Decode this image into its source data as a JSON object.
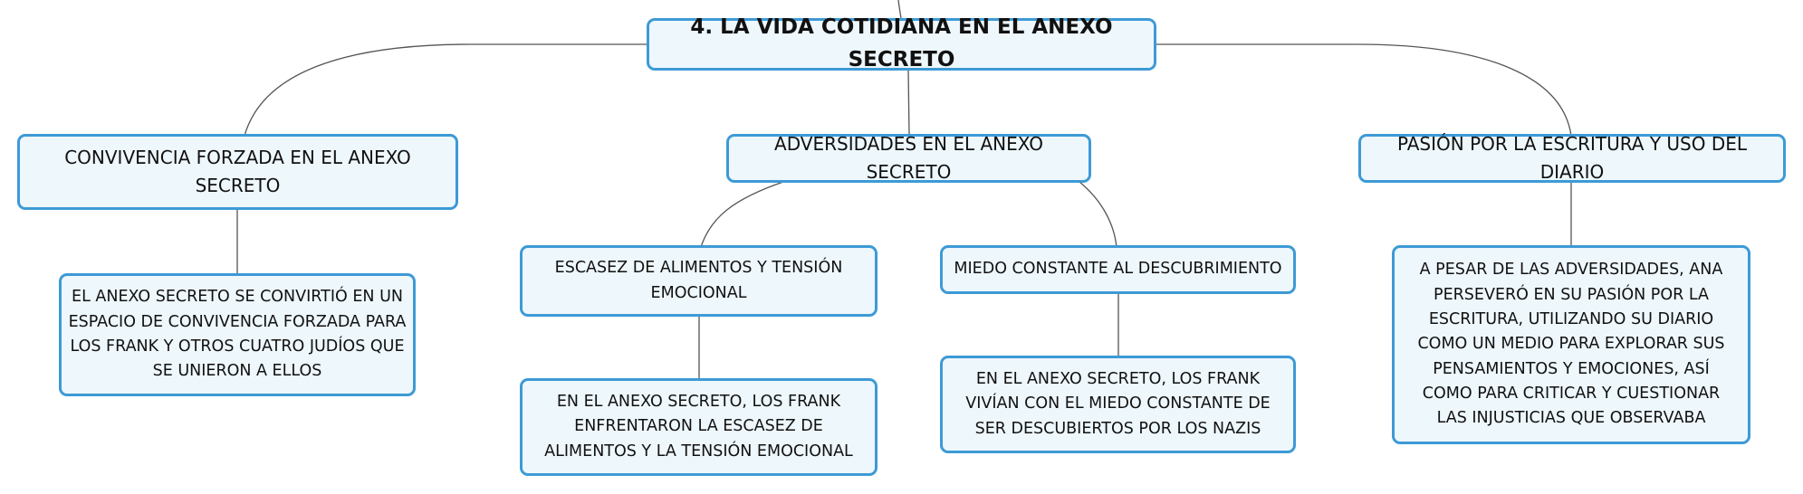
{
  "root": {
    "label": "4. LA VIDA COTIDIANA EN EL ANEXO SECRETO"
  },
  "branches": {
    "convivencia": {
      "label": "CONVIVENCIA FORZADA EN EL ANEXO SECRETO",
      "detail": "EL ANEXO SECRETO SE CONVIRTIÓ EN UN ESPACIO DE CONVIVENCIA FORZADA PARA LOS FRANK Y OTROS CUATRO JUDÍOS QUE SE UNIERON A ELLOS"
    },
    "adversidades": {
      "label": "ADVERSIDADES EN EL ANEXO SECRETO",
      "subtopics": [
        {
          "label": "ESCASEZ DE ALIMENTOS Y TENSIÓN EMOCIONAL",
          "detail": "EN EL ANEXO SECRETO, LOS FRANK ENFRENTARON LA ESCASEZ DE ALIMENTOS Y LA TENSIÓN EMOCIONAL"
        },
        {
          "label": "MIEDO CONSTANTE AL DESCUBRIMIENTO",
          "detail": "EN EL ANEXO SECRETO, LOS FRANK VIVÍAN CON EL MIEDO CONSTANTE DE SER DESCUBIERTOS POR LOS NAZIS"
        }
      ]
    },
    "pasion": {
      "label": "PASIÓN POR LA ESCRITURA Y USO DEL DIARIO",
      "detail": "A PESAR DE LAS ADVERSIDADES, ANA PERSEVERÓ EN SU PASIÓN POR LA ESCRITURA, UTILIZANDO SU DIARIO COMO UN MEDIO PARA EXPLORAR SUS PENSAMIENTOS Y EMOCIONES, ASÍ COMO PARA CRITICAR Y CUESTIONAR LAS INJUSTICIAS QUE OBSERVABA"
    }
  },
  "colors": {
    "node_border": "#3d9ad6",
    "node_fill": "#eef7fc",
    "connector": "#555555",
    "text": "#111111"
  }
}
